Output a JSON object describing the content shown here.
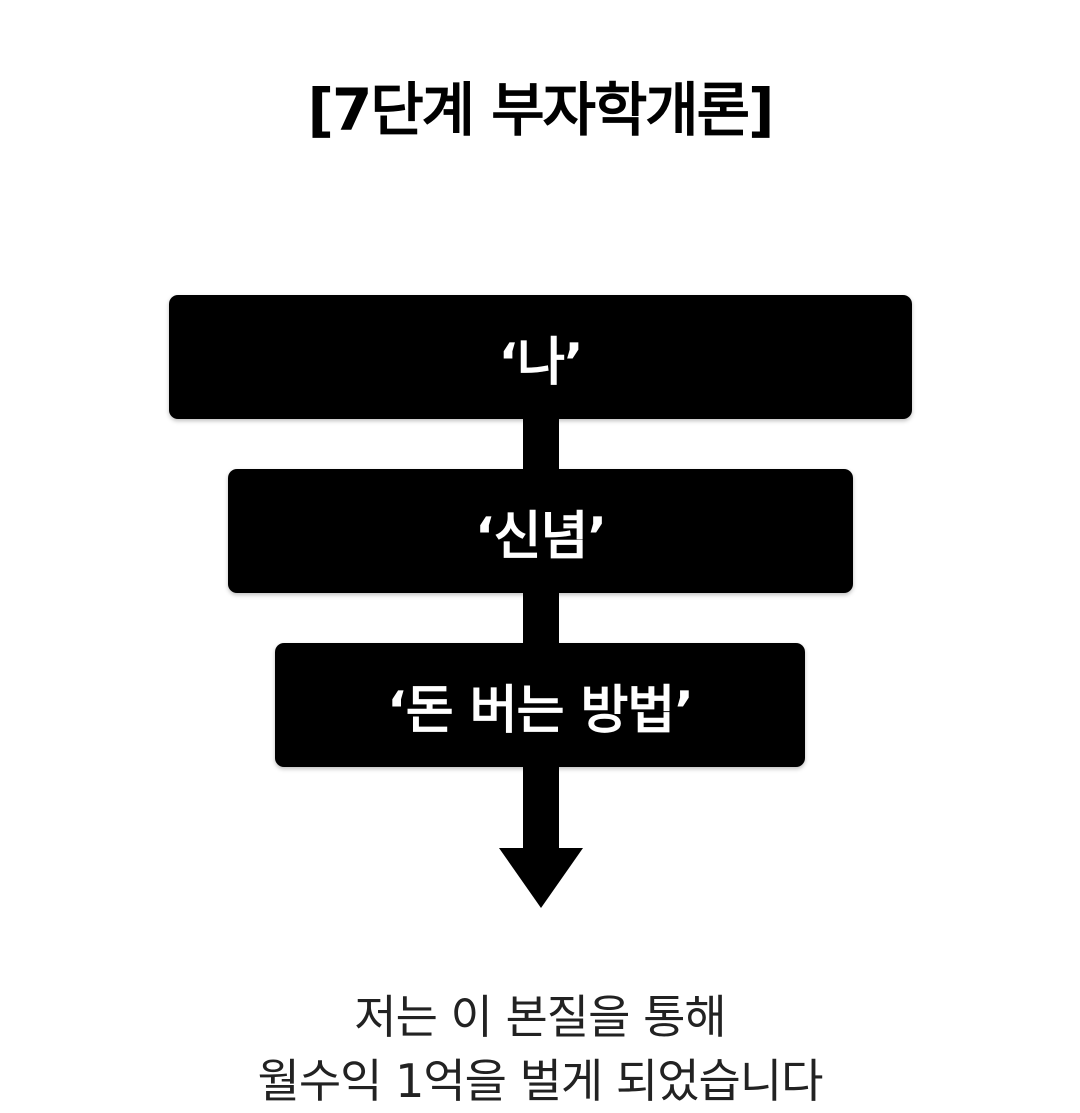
{
  "title": "[7단계 부자학개론]",
  "diagram": {
    "steps": [
      {
        "label": "‘나’"
      },
      {
        "label": "‘신념’"
      },
      {
        "label": "‘돈 버는 방법’"
      }
    ]
  },
  "caption": {
    "lines": [
      "저는 이 본질을 통해",
      "월수익 1억을 벌게 되었습니다"
    ]
  }
}
